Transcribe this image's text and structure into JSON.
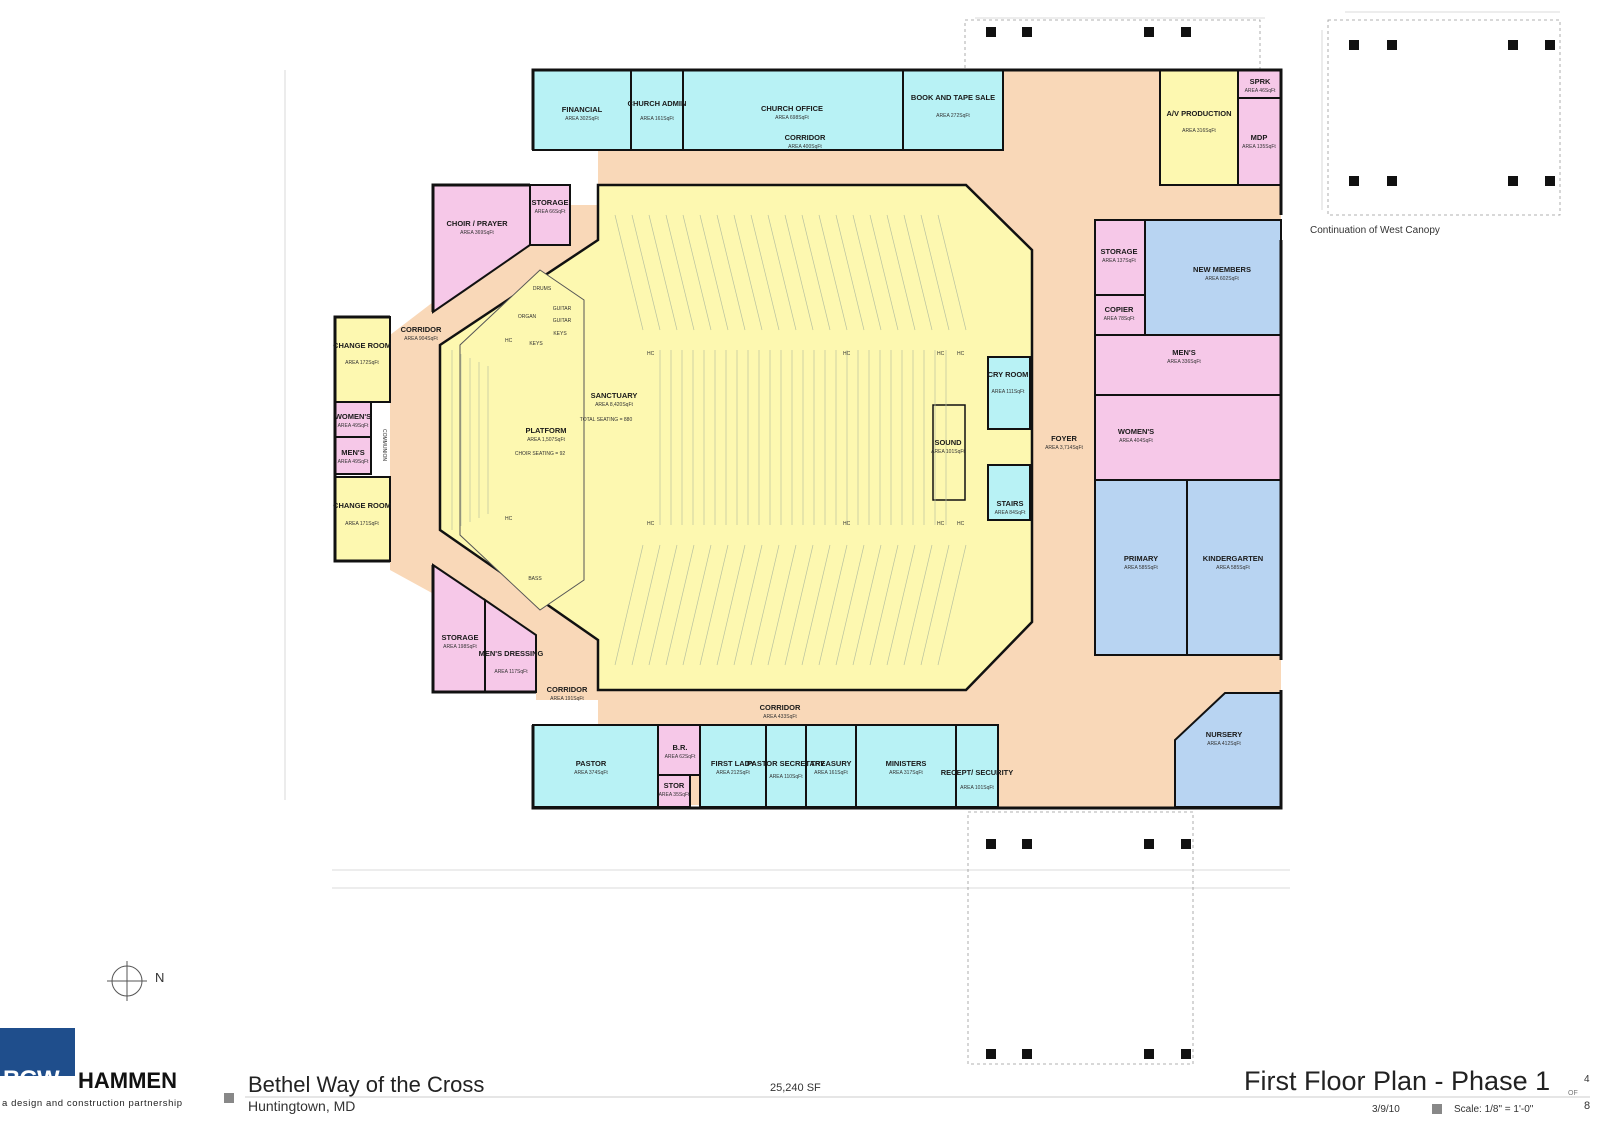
{
  "colors": {
    "circulation": "#f9d8b8",
    "worship": "#fdf8b0",
    "office": "#b8f2f5",
    "support": "#f6c8e8",
    "education": "#b8d4f2",
    "wall": "#111111",
    "logo": "#1f4e8c"
  },
  "rooms": {
    "financial": {
      "name": "FINANCIAL",
      "area": "AREA 302SqFt"
    },
    "church_admin": {
      "name": "CHURCH ADMIN",
      "area": "AREA 161SqFt"
    },
    "church_office": {
      "name": "CHURCH OFFICE",
      "area": "AREA 698SqFt"
    },
    "corridor_office": {
      "name": "CORRIDOR",
      "area": "AREA 400SqFt"
    },
    "book_tape": {
      "name": "BOOK AND TAPE SALE",
      "area": "AREA 272SqFt"
    },
    "av_production": {
      "name": "A/V PRODUCTION",
      "area": "AREA 316SqFt"
    },
    "sprk": {
      "name": "SPRK",
      "area": "AREA 46SqFt"
    },
    "mdp": {
      "name": "MDP",
      "area": "AREA 135SqFt"
    },
    "choir_prayer": {
      "name": "CHOIR / PRAYER",
      "area": "AREA 369SqFt"
    },
    "storage_north": {
      "name": "STORAGE",
      "area": "AREA 66SqFt"
    },
    "change_room_1": {
      "name": "CHANGE ROOM",
      "area": "AREA 172SqFt"
    },
    "change_room_2": {
      "name": "CHANGE ROOM",
      "area": "AREA 171SqFt"
    },
    "corridor_west": {
      "name": "CORRIDOR",
      "area": "AREA 904SqFt"
    },
    "womens_small": {
      "name": "WOMEN'S",
      "area": "AREA 49SqFt"
    },
    "mens_small": {
      "name": "MEN'S",
      "area": "AREA 49SqFt"
    },
    "communion": {
      "name": "COMMUNION"
    },
    "sanctuary": {
      "name": "SANCTUARY",
      "area": "AREA 8,420SqFt",
      "seating": "TOTAL SEATING = 880"
    },
    "platform": {
      "name": "PLATFORM",
      "area": "AREA 1,507SqFt",
      "seating": "CHOIR SEATING = 92"
    },
    "drums": {
      "name": "DRUMS"
    },
    "organ": {
      "name": "ORGAN"
    },
    "guitar_1": {
      "name": "GUITAR"
    },
    "guitar_2": {
      "name": "GUITAR"
    },
    "keys_1": {
      "name": "KEYS"
    },
    "keys_2": {
      "name": "KEYS"
    },
    "bass": {
      "name": "BASS"
    },
    "hc": "HC",
    "cry_room": {
      "name": "CRY ROOM",
      "area": "AREA 111SqFt"
    },
    "sound": {
      "name": "SOUND",
      "area": "AREA 101SqFt"
    },
    "stairs": {
      "name": "STAIRS",
      "area": "AREA 84SqFt"
    },
    "foyer": {
      "name": "FOYER",
      "area": "AREA 3,714SqFt"
    },
    "storage_east": {
      "name": "STORAGE",
      "area": "AREA 137SqFt"
    },
    "copier": {
      "name": "COPIER",
      "area": "AREA 78SqFt"
    },
    "new_members": {
      "name": "NEW MEMBERS",
      "area": "AREA 602SqFt"
    },
    "mens_large": {
      "name": "MEN'S",
      "area": "AREA 336SqFt"
    },
    "womens_large": {
      "name": "WOMEN'S",
      "area": "AREA 404SqFt"
    },
    "primary": {
      "name": "PRIMARY",
      "area": "AREA 585SqFt"
    },
    "kindergarten": {
      "name": "KINDERGARTEN",
      "area": "AREA 585SqFt"
    },
    "storage_south": {
      "name": "STORAGE",
      "area": "AREA 198SqFt"
    },
    "mens_dressing": {
      "name": "MEN'S DRESSING",
      "area": "AREA 117SqFt"
    },
    "corridor_south_small": {
      "name": "CORRIDOR",
      "area": "AREA 191SqFt"
    },
    "corridor_south": {
      "name": "CORRIDOR",
      "area": "AREA 433SqFt"
    },
    "pastor": {
      "name": "PASTOR",
      "area": "AREA 374SqFt"
    },
    "br": {
      "name": "B.R.",
      "area": "AREA 62SqFt"
    },
    "stor": {
      "name": "STOR",
      "area": "AREA 35SqFt"
    },
    "first_lady": {
      "name": "FIRST LADY",
      "area": "AREA 212SqFt"
    },
    "pastor_secretary": {
      "name": "PASTOR SECRETARY",
      "area": "AREA 110SqFt"
    },
    "treasury": {
      "name": "TREASURY",
      "area": "AREA 161SqFt"
    },
    "ministers": {
      "name": "MINISTERS",
      "area": "AREA 317SqFt"
    },
    "recept_security": {
      "name": "RECEPT/ SECURITY",
      "area": "AREA 101SqFt"
    },
    "nursery": {
      "name": "NURSERY",
      "area": "AREA 412SqFt"
    }
  },
  "annotations": {
    "canopy": "Continuation of West Canopy",
    "north": "N"
  },
  "title_block": {
    "logo": "BGW",
    "firm": "HAMMEN",
    "tagline": "a design and construction partnership",
    "project": "Bethel Way of the Cross",
    "location": "Huntingtown, MD",
    "total_area": "25,240 SF",
    "sheet_title": "First Floor Plan - Phase 1",
    "date": "3/9/10",
    "scale": "Scale: 1/8\" = 1'-0\"",
    "sheet_number": "4",
    "sheet_of": "OF",
    "sheet_total": "8"
  }
}
